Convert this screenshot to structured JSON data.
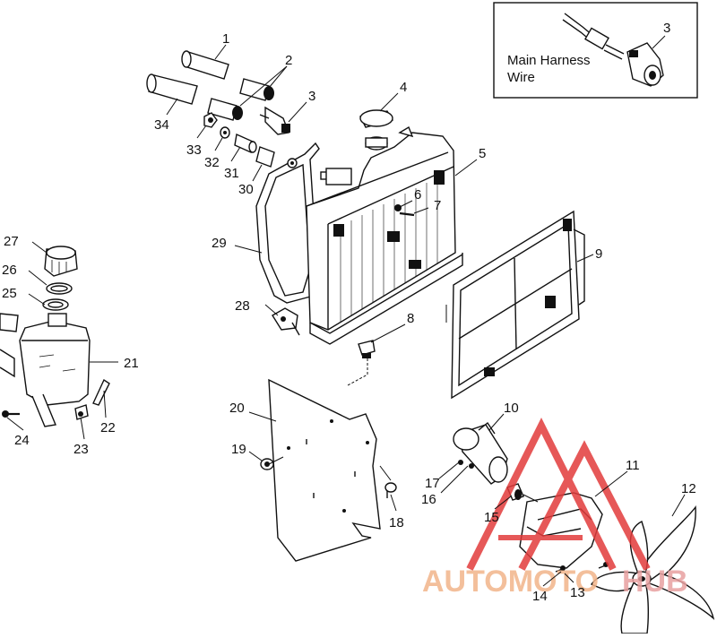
{
  "inset": {
    "label_line1": "Main Harness",
    "label_line2": "Wire",
    "part_number": "3"
  },
  "callouts": [
    {
      "id": "c1",
      "text": "1"
    },
    {
      "id": "c2",
      "text": "2"
    },
    {
      "id": "c3",
      "text": "3"
    },
    {
      "id": "c4",
      "text": "4"
    },
    {
      "id": "c5",
      "text": "5"
    },
    {
      "id": "c6",
      "text": "6"
    },
    {
      "id": "c7",
      "text": "7"
    },
    {
      "id": "c8",
      "text": "8"
    },
    {
      "id": "c9",
      "text": "9"
    },
    {
      "id": "c10",
      "text": "10"
    },
    {
      "id": "c11",
      "text": "11"
    },
    {
      "id": "c12",
      "text": "12"
    },
    {
      "id": "c13",
      "text": "13"
    },
    {
      "id": "c14",
      "text": "14"
    },
    {
      "id": "c15",
      "text": "15"
    },
    {
      "id": "c16",
      "text": "16"
    },
    {
      "id": "c17",
      "text": "17"
    },
    {
      "id": "c18",
      "text": "18"
    },
    {
      "id": "c19",
      "text": "19"
    },
    {
      "id": "c20",
      "text": "20"
    },
    {
      "id": "c21",
      "text": "21"
    },
    {
      "id": "c22",
      "text": "22"
    },
    {
      "id": "c23",
      "text": "23"
    },
    {
      "id": "c24",
      "text": "24"
    },
    {
      "id": "c25",
      "text": "25"
    },
    {
      "id": "c26",
      "text": "26"
    },
    {
      "id": "c27",
      "text": "27"
    },
    {
      "id": "c28",
      "text": "28"
    },
    {
      "id": "c29",
      "text": "29"
    },
    {
      "id": "c30",
      "text": "30"
    },
    {
      "id": "c31",
      "text": "31"
    },
    {
      "id": "c32",
      "text": "32"
    },
    {
      "id": "c33",
      "text": "33"
    },
    {
      "id": "c34",
      "text": "34"
    }
  ],
  "watermark": {
    "part1": "AUTOMOTO",
    "part2": "HUB",
    "color1": "#f2b48a",
    "color2": "#e8a0a0",
    "triangle_color": "#e23b3b"
  }
}
